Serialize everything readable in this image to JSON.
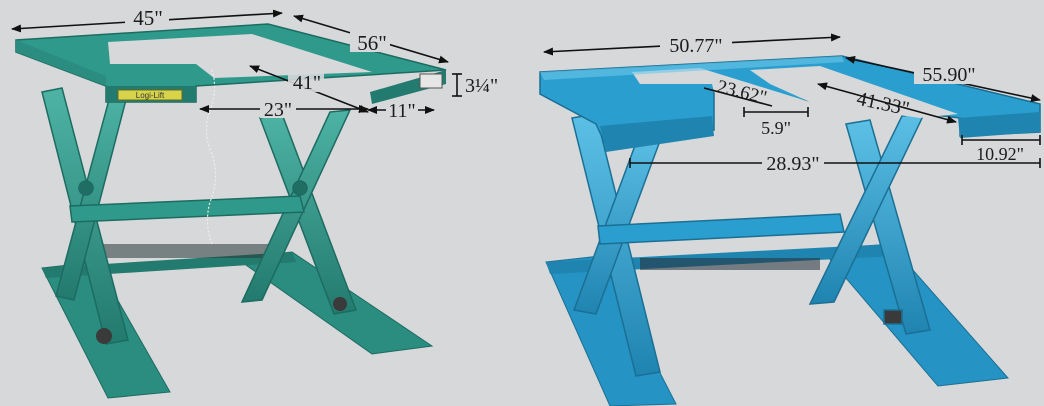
{
  "left_table": {
    "label_plate": "Logi-Lift",
    "dims": {
      "length": "45\"",
      "width": "56\"",
      "height": "3¼\"",
      "inner_depth": "41\"",
      "opening": "23\"",
      "fork_width": "11\""
    }
  },
  "right_table": {
    "dims": {
      "length": "50.77\"",
      "width": "55.90\"",
      "inner_depth": "41.33\"",
      "slot_depth": "23.62\"",
      "slot_width": "5.9\"",
      "fork_width": "10.92\"",
      "opening": "28.93\""
    }
  },
  "colors": {
    "left_table_paint": "#2f9a8c",
    "right_table_paint": "#2a9fcf",
    "background": "#d6d8d9"
  }
}
